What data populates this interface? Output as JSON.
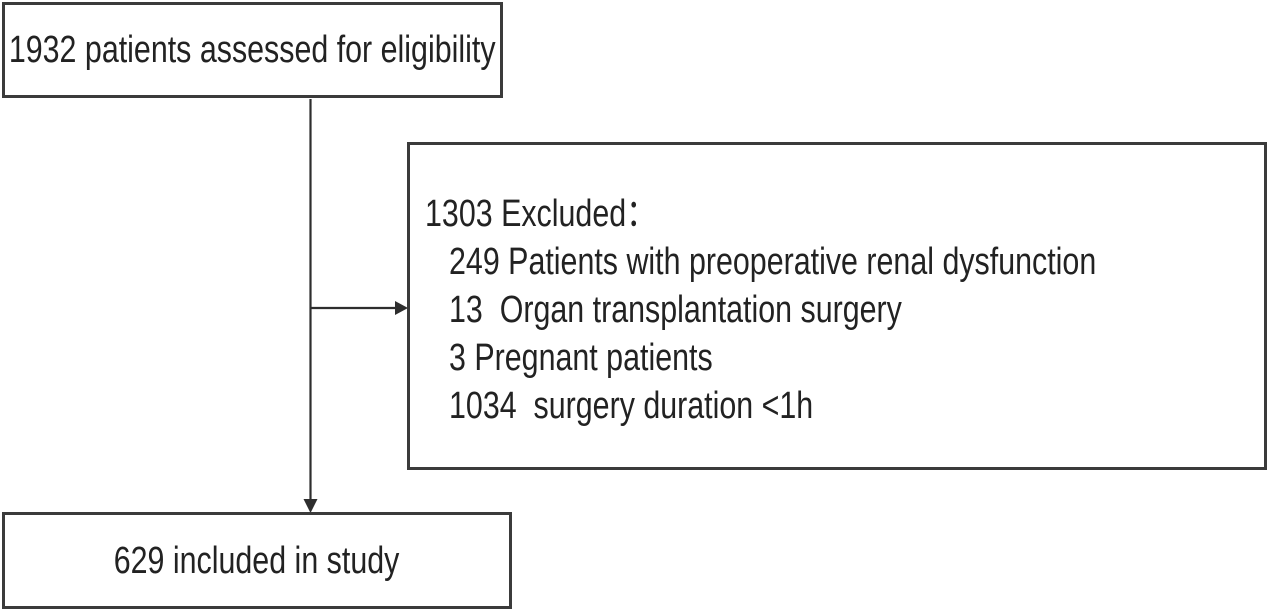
{
  "diagram": {
    "boxes": {
      "assessed": {
        "text": "1932 patients assessed for eligibility"
      },
      "excluded": {
        "header": "1303 Excluded：",
        "items": [
          "249 Patients with preoperative renal dysfunction",
          "13  Organ transplantation surgery",
          "3 Pregnant patients",
          "1034  surgery duration <1h"
        ]
      },
      "included": {
        "text": "629 included in study"
      }
    },
    "colors": {
      "border": "#3b3b3b",
      "text": "#222222",
      "background": "#ffffff",
      "connector": "#2e2e2e"
    }
  }
}
